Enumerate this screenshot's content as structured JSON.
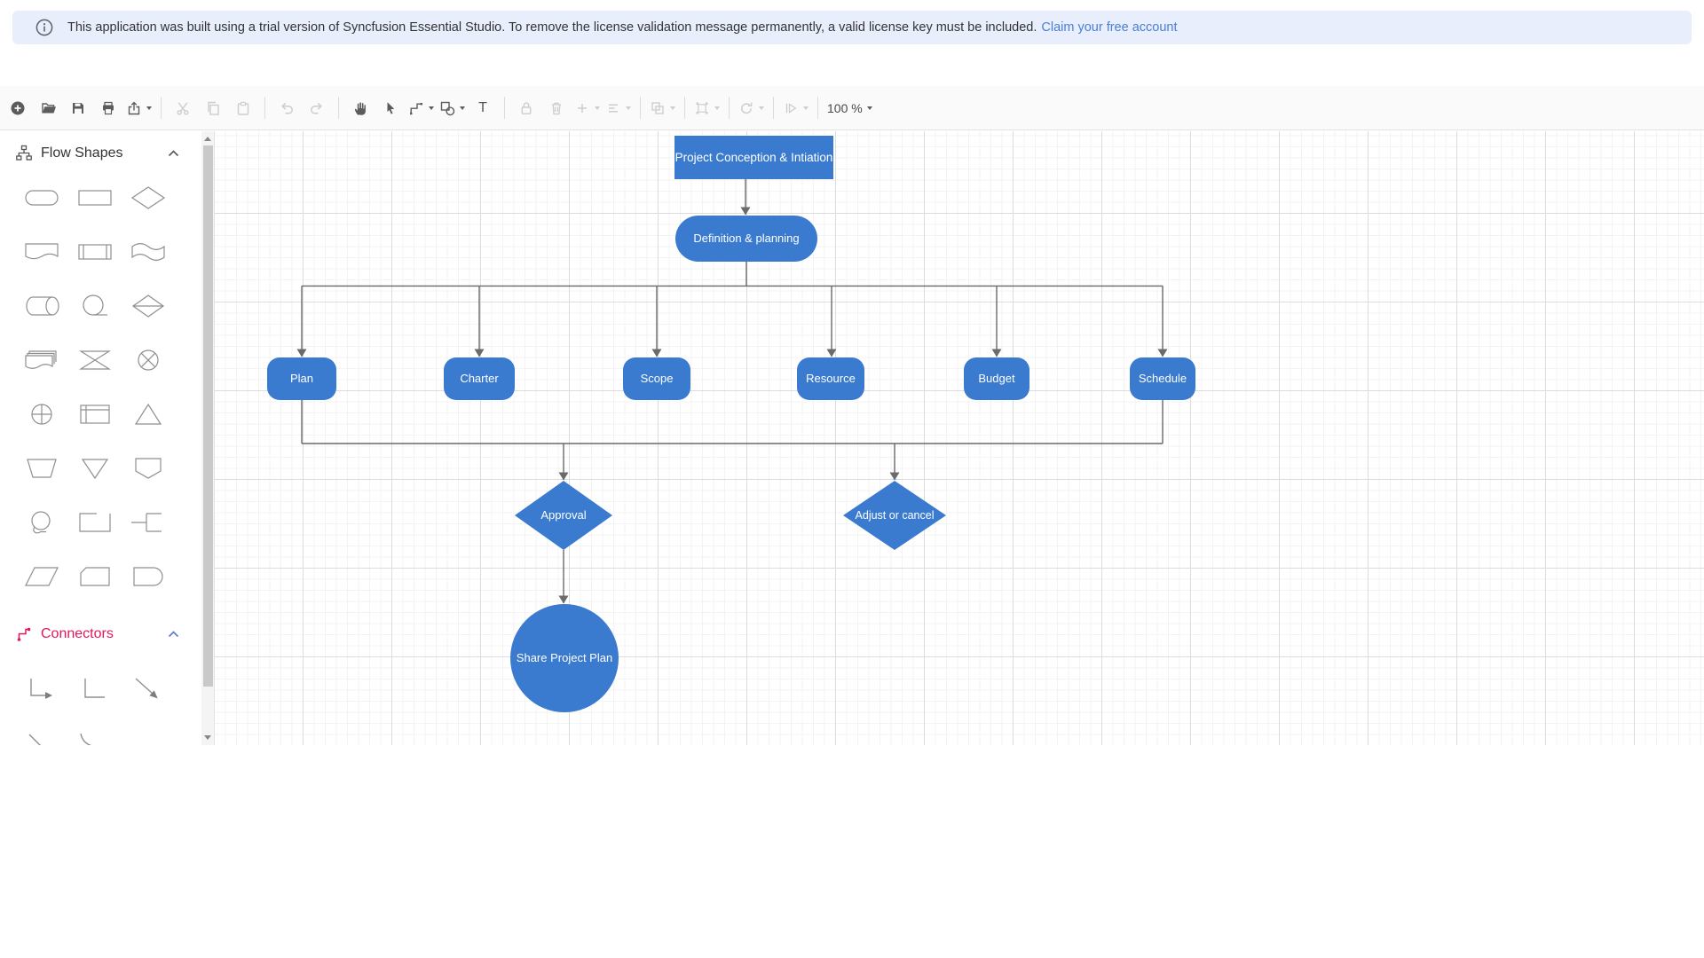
{
  "banner": {
    "message": "This application was built using a trial version of Syncfusion Essential Studio. To remove the license validation message permanently, a valid license key must be included.",
    "link_label": "Claim your free account",
    "background": "#e8eefc",
    "link_color": "#4a7fd6"
  },
  "toolbar": {
    "text_tool_label": "T",
    "zoom_label": "100 %",
    "items": [
      {
        "name": "new",
        "enabled": true
      },
      {
        "name": "open",
        "enabled": true
      },
      {
        "name": "save",
        "enabled": true
      },
      {
        "name": "print",
        "enabled": true
      },
      {
        "name": "export",
        "enabled": true,
        "caret": true
      },
      {
        "name": "cut",
        "enabled": false
      },
      {
        "name": "copy",
        "enabled": false
      },
      {
        "name": "paste",
        "enabled": false
      },
      {
        "name": "undo",
        "enabled": false
      },
      {
        "name": "redo",
        "enabled": false
      },
      {
        "name": "pan",
        "enabled": true
      },
      {
        "name": "pointer",
        "enabled": true
      },
      {
        "name": "connector-mode",
        "enabled": true,
        "caret": true
      },
      {
        "name": "shapes",
        "enabled": true,
        "caret": true
      },
      {
        "name": "text",
        "enabled": true
      },
      {
        "name": "lock",
        "enabled": false
      },
      {
        "name": "delete",
        "enabled": false
      },
      {
        "name": "insert",
        "enabled": false,
        "caret": true
      },
      {
        "name": "align",
        "enabled": false,
        "caret": true
      },
      {
        "name": "group",
        "enabled": false,
        "caret": true
      },
      {
        "name": "frame",
        "enabled": false,
        "caret": true
      },
      {
        "name": "rotate",
        "enabled": false,
        "caret": true
      },
      {
        "name": "order",
        "enabled": false,
        "caret": true
      },
      {
        "name": "zoom",
        "enabled": true,
        "caret": true
      }
    ]
  },
  "sidebar": {
    "flow_shapes_title": "Flow Shapes",
    "connectors_title": "Connectors",
    "connectors_accent": "#e3165b",
    "shapes": [
      "terminator",
      "process",
      "decision",
      "document",
      "predefined-process",
      "paper-tape",
      "direct-data",
      "sequential-data",
      "sort",
      "multi-document",
      "collate",
      "or",
      "summing-junction",
      "internal-storage",
      "extract",
      "manual-operation",
      "merge",
      "off-page-reference",
      "display",
      "manual-input",
      "loop-limit",
      "data",
      "card",
      "delay"
    ],
    "connectors": [
      "orthogonal-arrow",
      "orthogonal",
      "straight-arrow",
      "straight",
      "bezier"
    ]
  },
  "diagram": {
    "node_fill": "#3a7bd0",
    "connector_color": "#696969",
    "nodes": [
      {
        "label": "Project Conception & Intiation",
        "shape": "rectangle"
      },
      {
        "label": "Definition & planning",
        "shape": "terminator"
      },
      {
        "label": "Plan",
        "shape": "rounded-rectangle"
      },
      {
        "label": "Charter",
        "shape": "rounded-rectangle"
      },
      {
        "label": "Scope",
        "shape": "rounded-rectangle"
      },
      {
        "label": "Resource",
        "shape": "rounded-rectangle"
      },
      {
        "label": "Budget",
        "shape": "rounded-rectangle"
      },
      {
        "label": "Schedule",
        "shape": "rounded-rectangle"
      },
      {
        "label": "Approval",
        "shape": "decision"
      },
      {
        "label": "Adjust or cancel",
        "shape": "decision"
      },
      {
        "label": "Share Project Plan",
        "shape": "circle"
      }
    ],
    "edges": [
      {
        "from": 0,
        "to": 1
      },
      {
        "from": 1,
        "to": 2
      },
      {
        "from": 1,
        "to": 3
      },
      {
        "from": 1,
        "to": 4
      },
      {
        "from": 1,
        "to": 5
      },
      {
        "from": 1,
        "to": 6
      },
      {
        "from": 1,
        "to": 7
      },
      {
        "from": 2,
        "to": 8
      },
      {
        "from": 2,
        "to": 9
      },
      {
        "from": 7,
        "to": 8
      },
      {
        "from": 7,
        "to": 9
      },
      {
        "from": 8,
        "to": 10
      }
    ]
  }
}
